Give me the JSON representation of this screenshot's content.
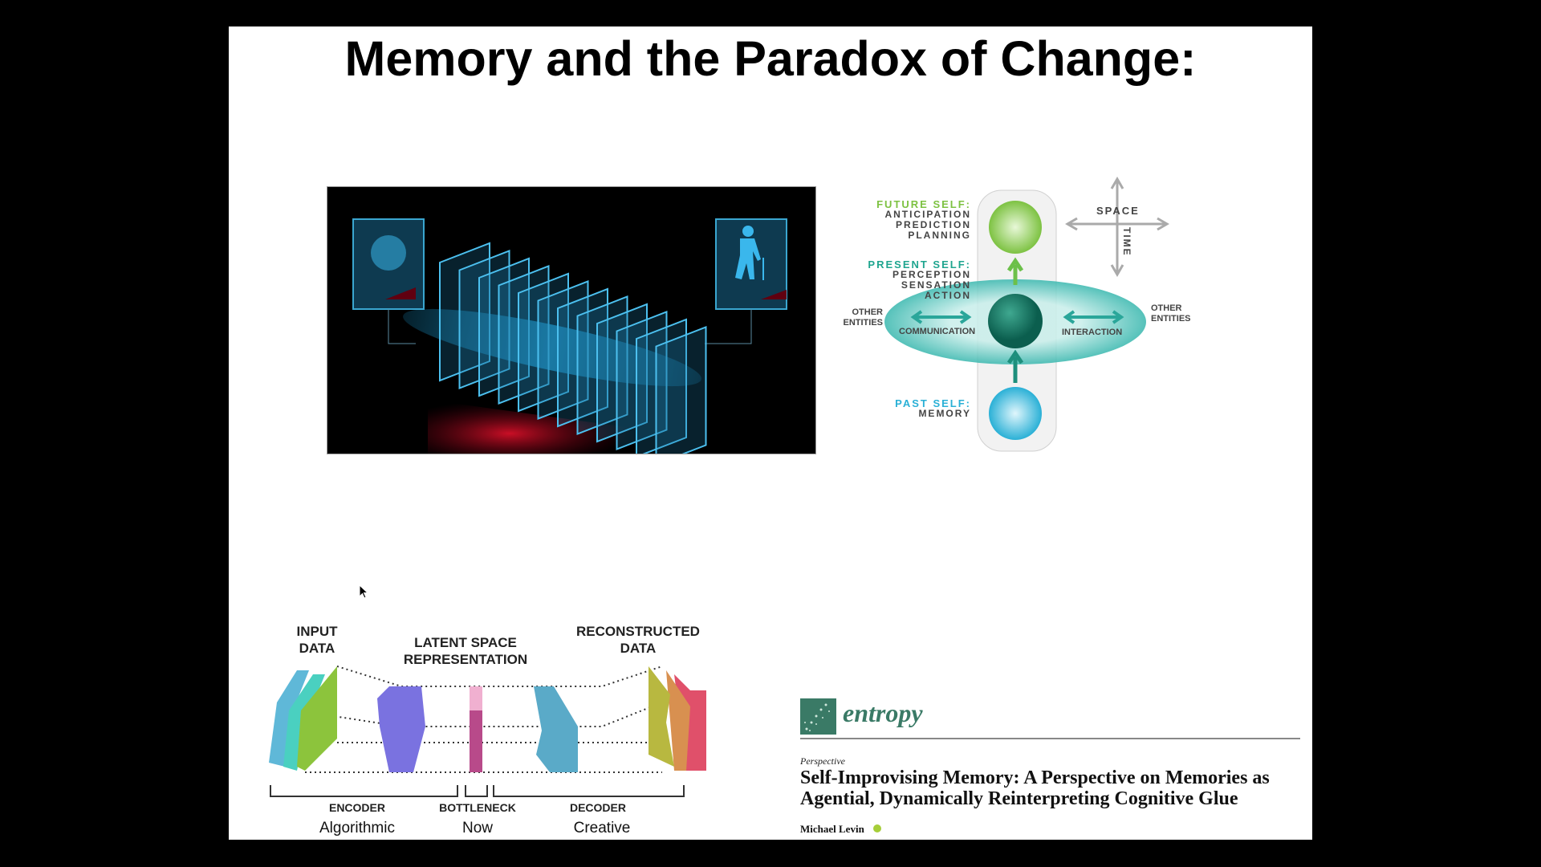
{
  "slide": {
    "title": "Memory and the Paradox of Change:"
  },
  "self_diagram": {
    "future_title": "FUTURE SELF:",
    "future_items": [
      "ANTICIPATION",
      "PREDICTION",
      "PLANNING"
    ],
    "present_title": "PRESENT SELF:",
    "present_items": [
      "PERCEPTION",
      "SENSATION",
      "ACTION"
    ],
    "past_title": "PAST SELF:",
    "past_items": [
      "MEMORY"
    ],
    "other_left": [
      "OTHER",
      "ENTITIES"
    ],
    "other_right": [
      "OTHER",
      "ENTITIES"
    ],
    "communication": "COMMUNICATION",
    "interaction": "INTERACTION",
    "space": "SPACE",
    "time": "TIME",
    "colors": {
      "future": "#7dc242",
      "present": "#1fa58f",
      "past": "#2ab0d6"
    }
  },
  "autoencoder": {
    "input": [
      "INPUT",
      "DATA"
    ],
    "latent": [
      "LATENT SPACE",
      "REPRESENTATION"
    ],
    "reconstructed": [
      "RECONSTRUCTED",
      "DATA"
    ],
    "encoder": "ENCODER",
    "bottleneck": "BOTTLENECK",
    "decoder": "DECODER",
    "encoder_note": "Algorithmic",
    "bottleneck_note": "Now",
    "decoder_note": "Creative"
  },
  "paper": {
    "journal": "entropy",
    "type": "Perspective",
    "title_line1": "Self-Improvising Memory: A Perspective on Memories as",
    "title_line2": "Agential, Dynamically Reinterpreting Cognitive Glue",
    "author": "Michael Levin",
    "brand_color": "#3a7a66"
  }
}
